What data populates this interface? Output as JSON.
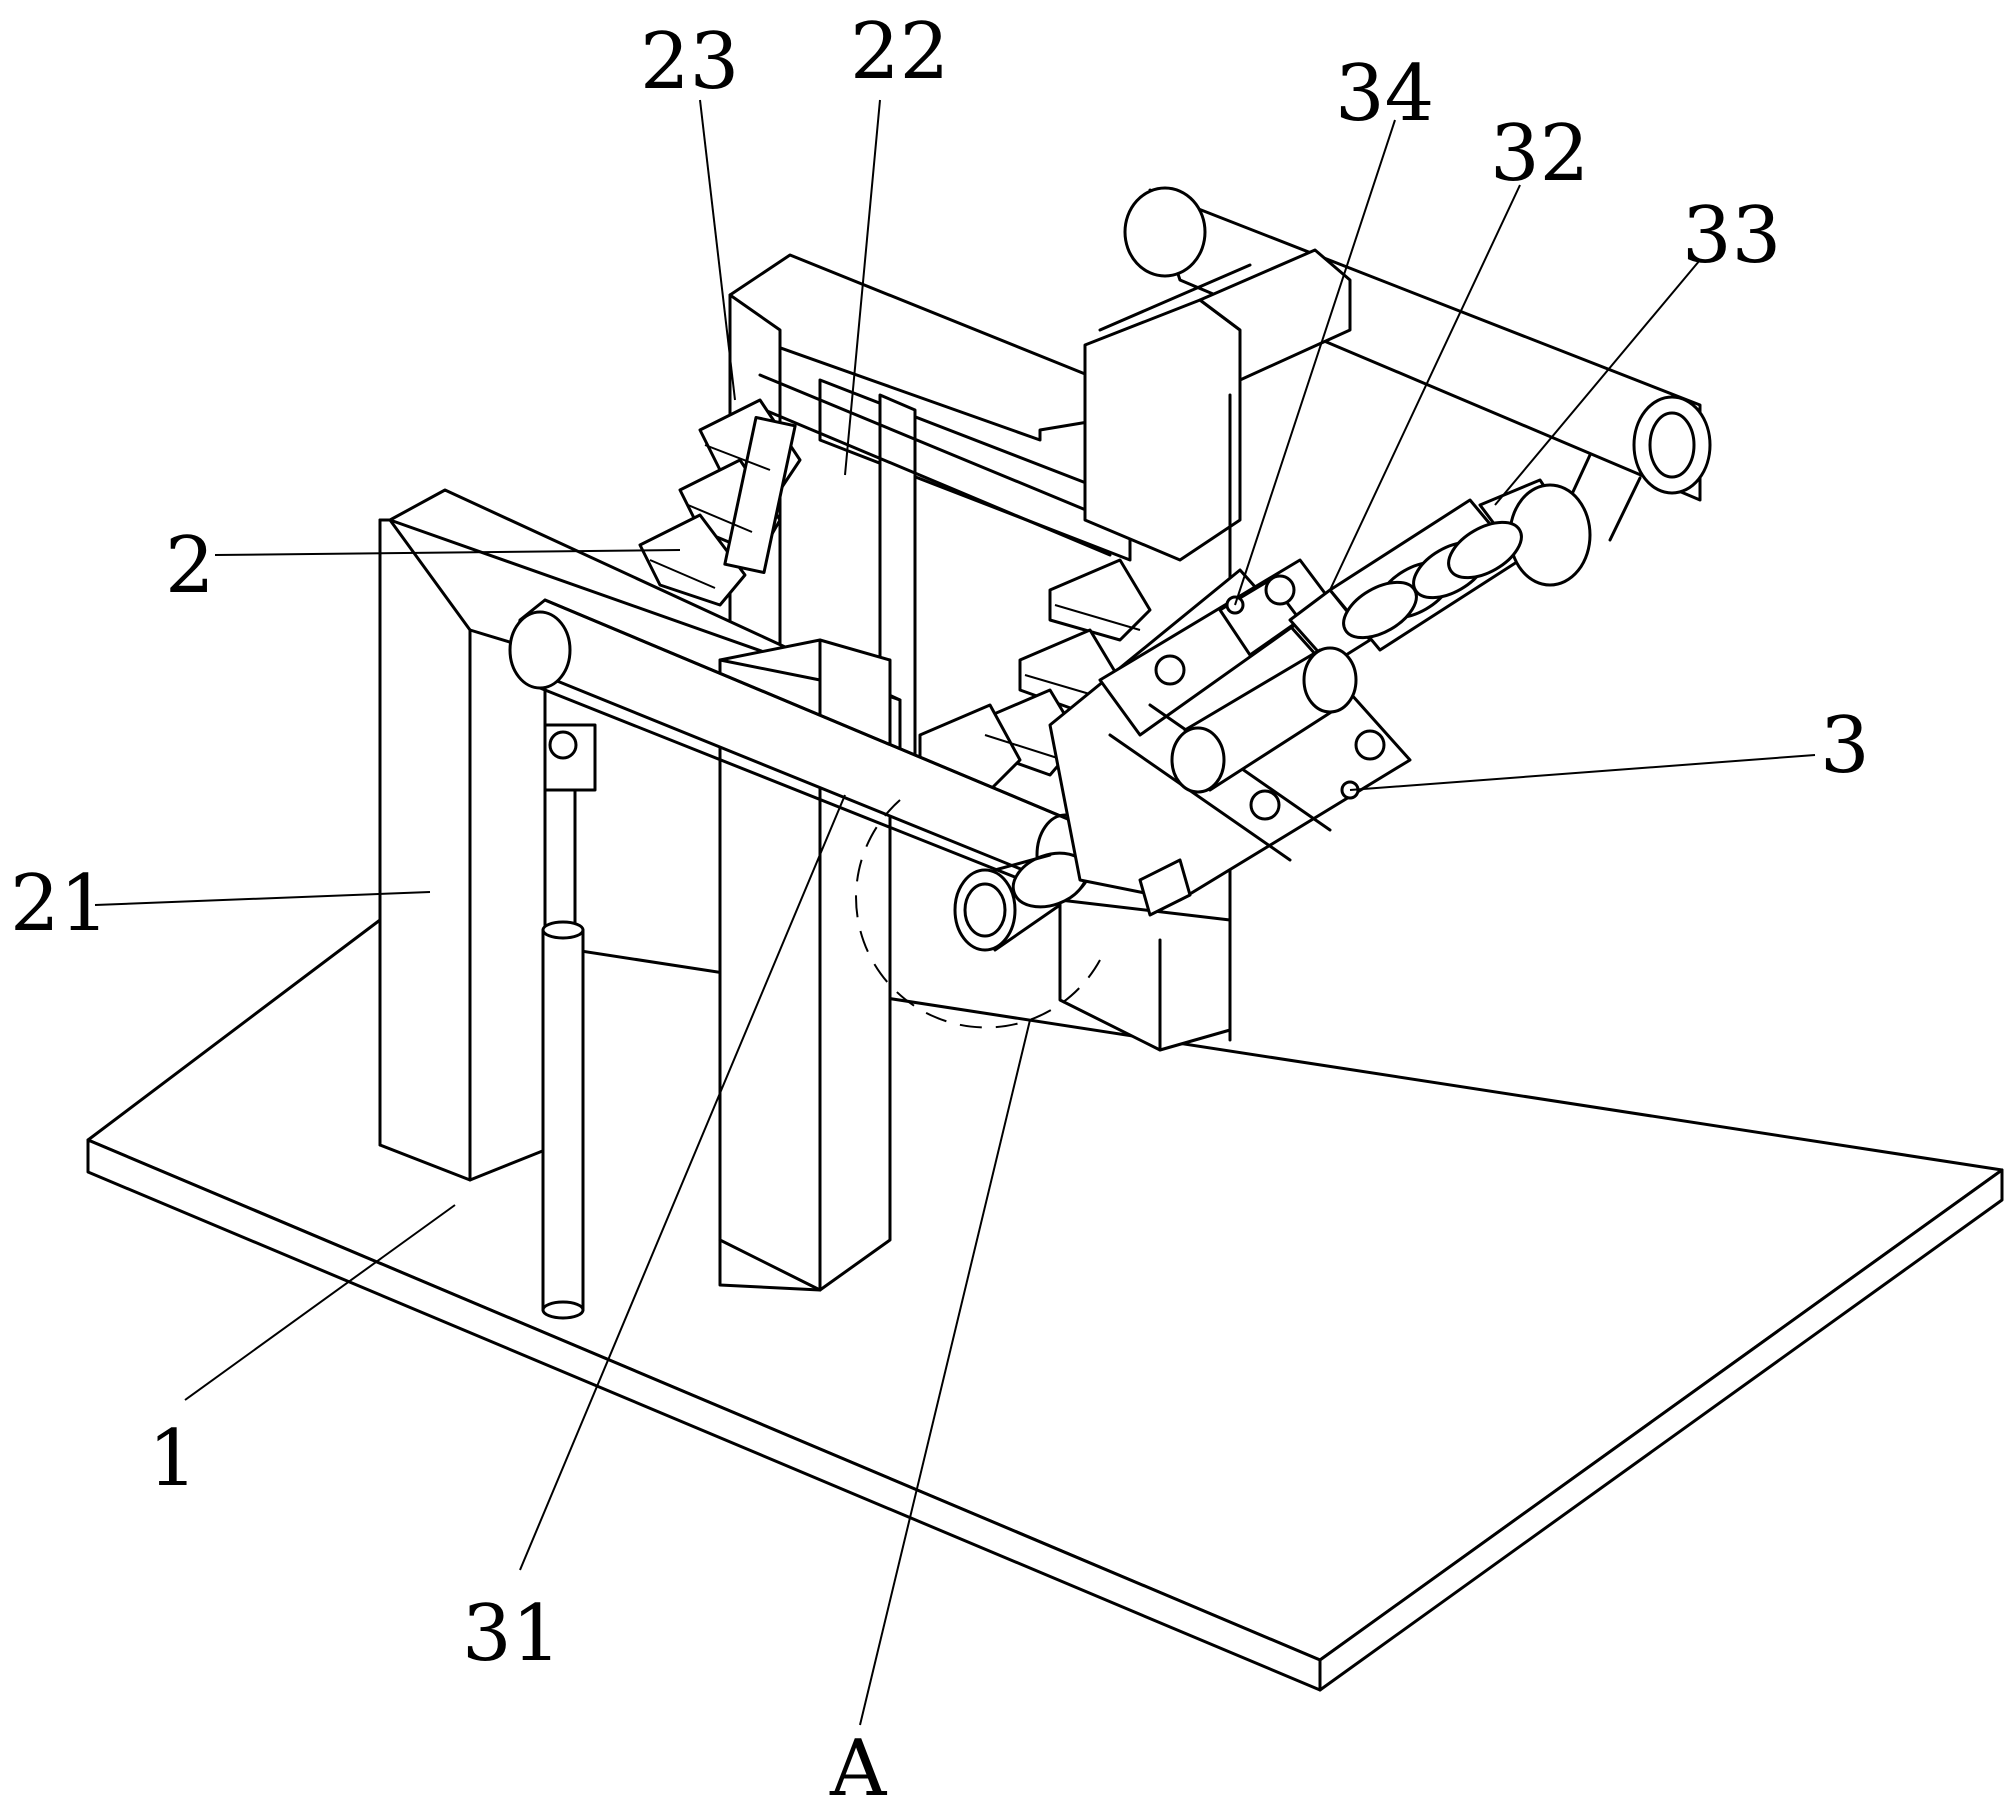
{
  "figure": {
    "labels": {
      "l1": "1",
      "l2": "2",
      "l3": "3",
      "l21": "21",
      "l22": "22",
      "l23": "23",
      "l31": "31",
      "l32": "32",
      "l33": "33",
      "l34": "34",
      "lA": "A"
    }
  }
}
